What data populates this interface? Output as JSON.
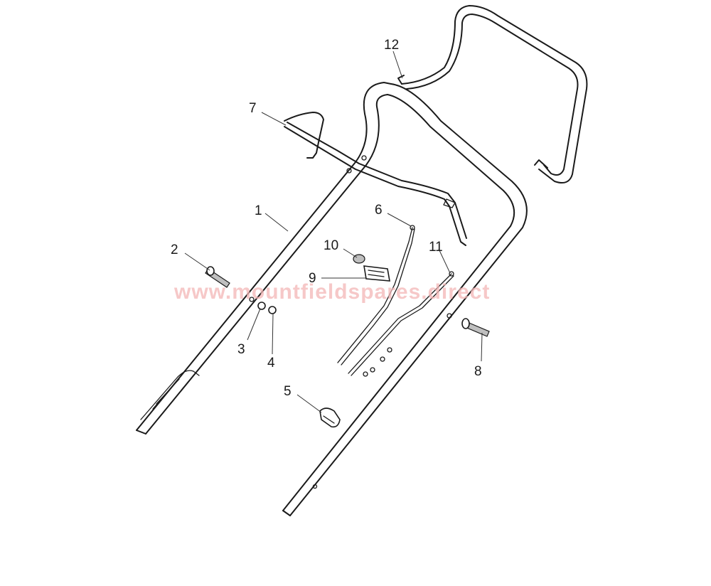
{
  "watermark": "www.mountfieldspares.direct",
  "callouts": [
    {
      "id": "1",
      "label": "1"
    },
    {
      "id": "2",
      "label": "2"
    },
    {
      "id": "3",
      "label": "3"
    },
    {
      "id": "4",
      "label": "4"
    },
    {
      "id": "5",
      "label": "5"
    },
    {
      "id": "6",
      "label": "6"
    },
    {
      "id": "7",
      "label": "7"
    },
    {
      "id": "8",
      "label": "8"
    },
    {
      "id": "9",
      "label": "9"
    },
    {
      "id": "10",
      "label": "10"
    },
    {
      "id": "11",
      "label": "11"
    },
    {
      "id": "12",
      "label": "12"
    }
  ]
}
